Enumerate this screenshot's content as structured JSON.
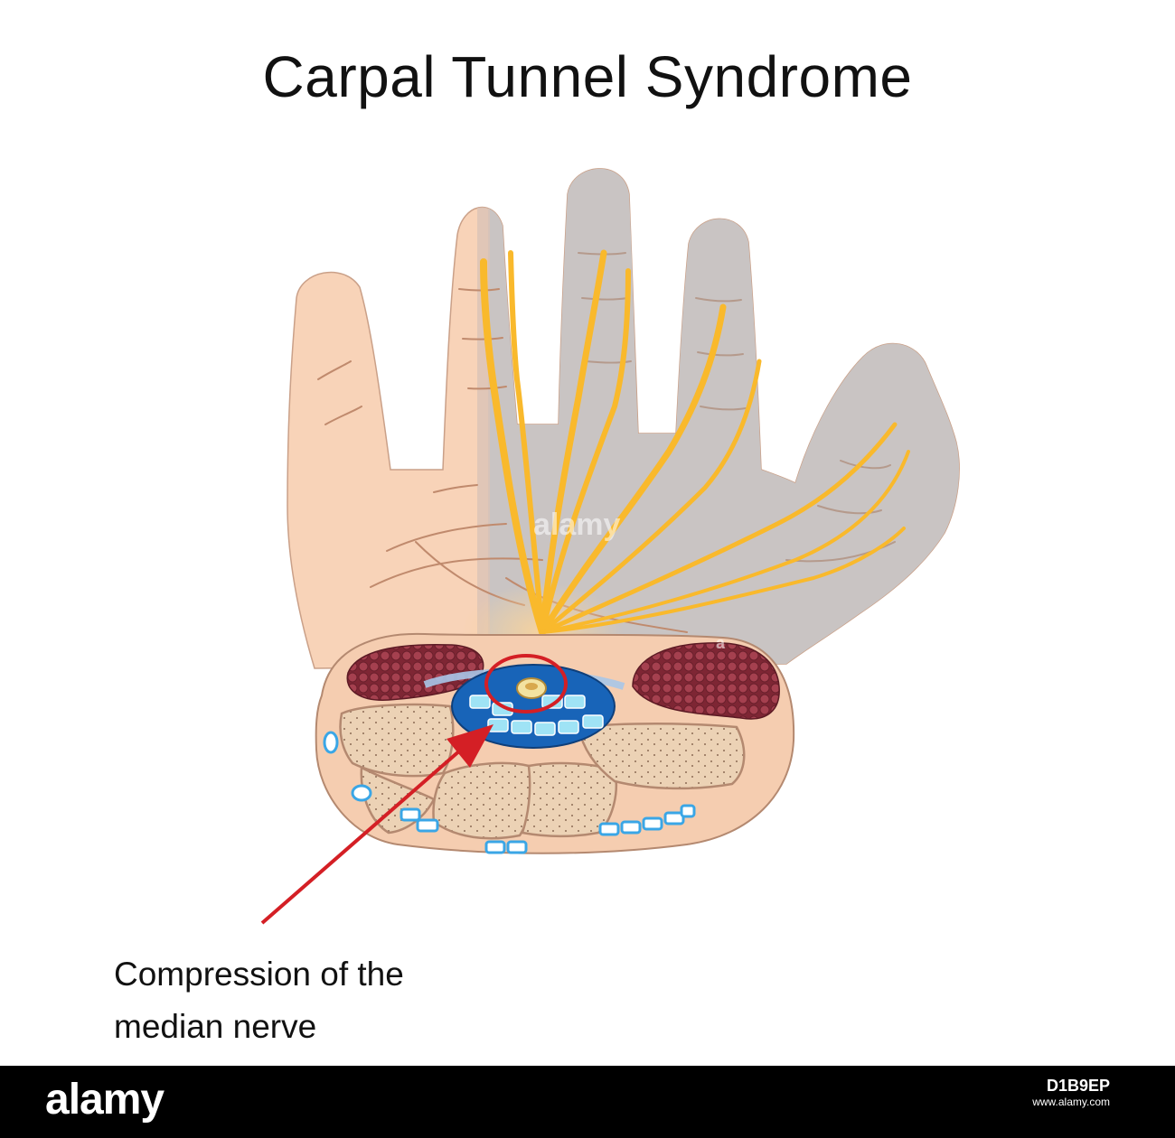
{
  "title": "Carpal Tunnel Syndrome",
  "label": {
    "line1": "Compression of the",
    "line2": "median nerve"
  },
  "watermark": {
    "overlay": "alamy",
    "sub": "a"
  },
  "footer": {
    "logo": "alamy",
    "image_id": "D1B9EP",
    "url": "www.alamy.com"
  },
  "colors": {
    "skin": "#f8d3b8",
    "skin_outline": "#caa088",
    "shadow": "#c9c4c3",
    "nerve": "#f9b92c",
    "muscle": "#8a2e3b",
    "tunnel": "#1864b8",
    "tendon": "#9fe3f5",
    "arrow": "#d41f25"
  }
}
